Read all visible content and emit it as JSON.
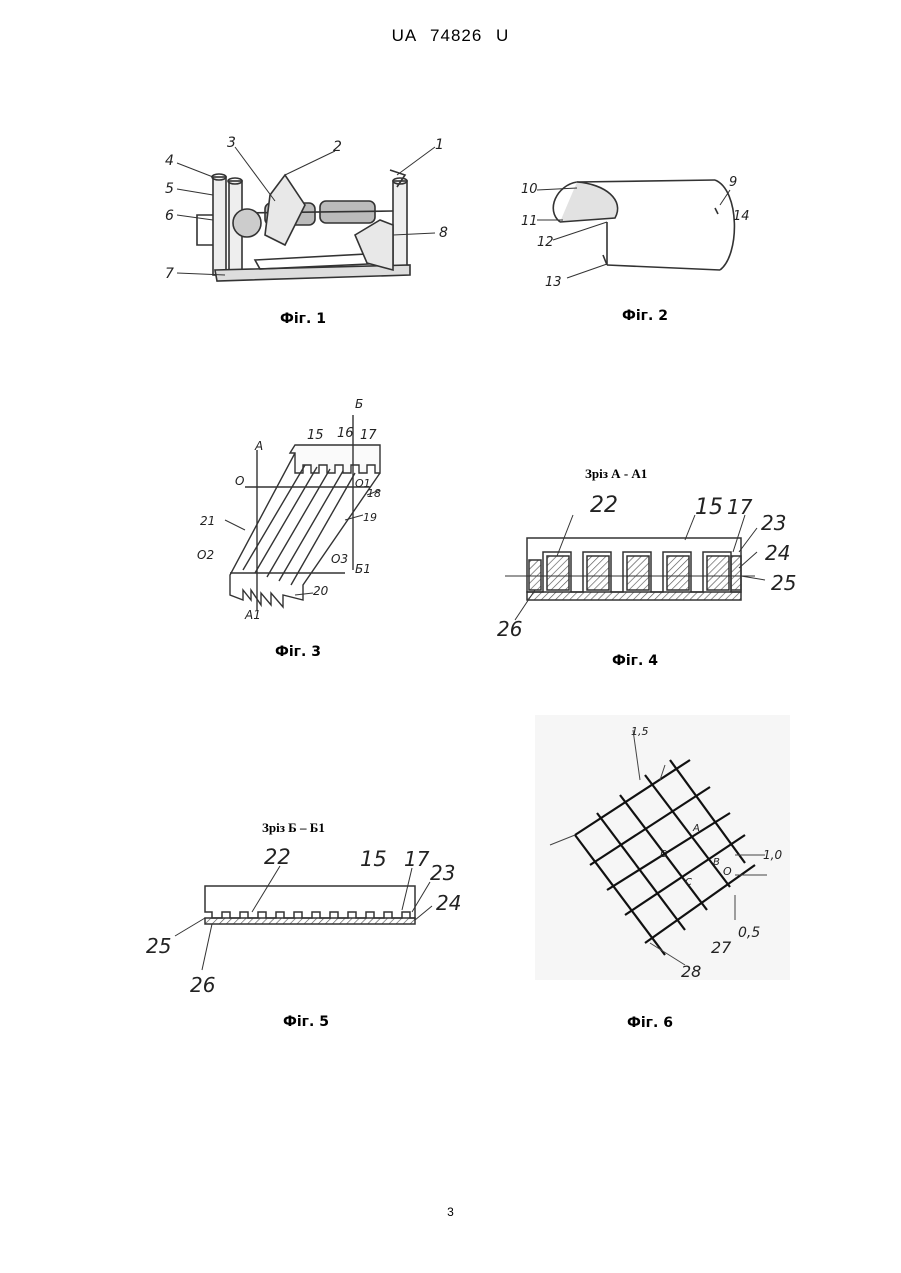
{
  "header": {
    "doc_number": "UA 74826 U"
  },
  "page_number": "3",
  "figures": {
    "fig1": {
      "caption": "Фіг. 1",
      "labels": [
        "1",
        "2",
        "3",
        "4",
        "5",
        "6",
        "7",
        "8"
      ]
    },
    "fig2": {
      "caption": "Фіг. 2",
      "labels": [
        "9",
        "10",
        "11",
        "12",
        "13",
        "14"
      ]
    },
    "fig3": {
      "caption": "Фіг. 3",
      "labels": [
        "15",
        "16",
        "17",
        "18",
        "19",
        "20",
        "21",
        "Б",
        "Б1",
        "А",
        "А1",
        "О",
        "О1",
        "О2",
        "О3"
      ]
    },
    "fig4": {
      "caption": "Фіг. 4",
      "section": "Зріз А - А1",
      "labels": [
        "22",
        "15",
        "17",
        "23",
        "24",
        "25",
        "26"
      ]
    },
    "fig5": {
      "caption": "Фіг. 5",
      "section": "Зріз Б – Б1",
      "labels": [
        "22",
        "15",
        "17",
        "23",
        "24",
        "25",
        "26"
      ]
    },
    "fig6": {
      "caption": "Фіг. 6",
      "labels": [
        "1,5",
        "1,0",
        "0,5",
        "О",
        "А",
        "В",
        "С",
        "D",
        "27",
        "28"
      ]
    }
  }
}
